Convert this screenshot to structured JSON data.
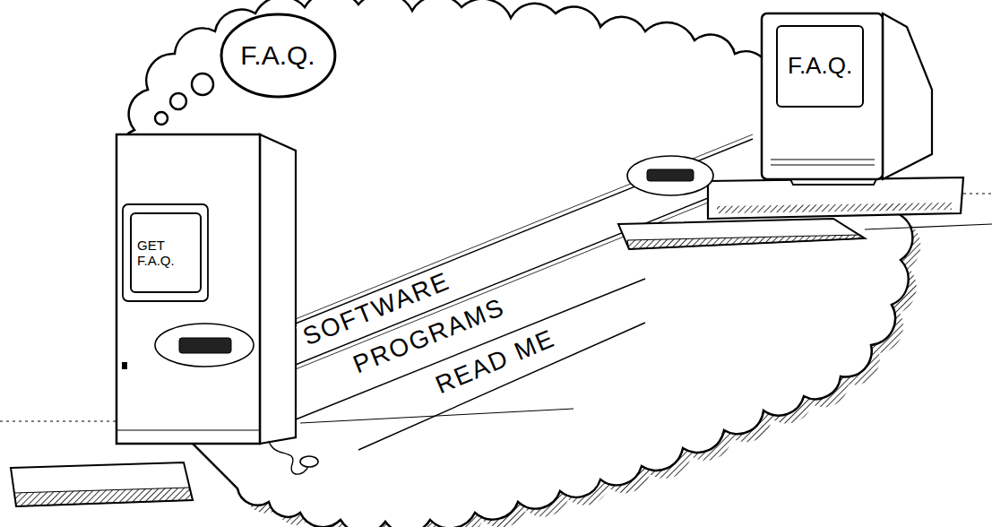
{
  "diagram": {
    "nodes": [
      {
        "text": [
          "F.A.Q."
        ]
      },
      {
        "text": [
          "F.A.Q."
        ]
      },
      {
        "text": [
          "GET F.A.Q."
        ]
      }
    ],
    "labels": [
      "SOFTWARE",
      "PROGRAMS",
      "READ ME"
    ]
  }
}
